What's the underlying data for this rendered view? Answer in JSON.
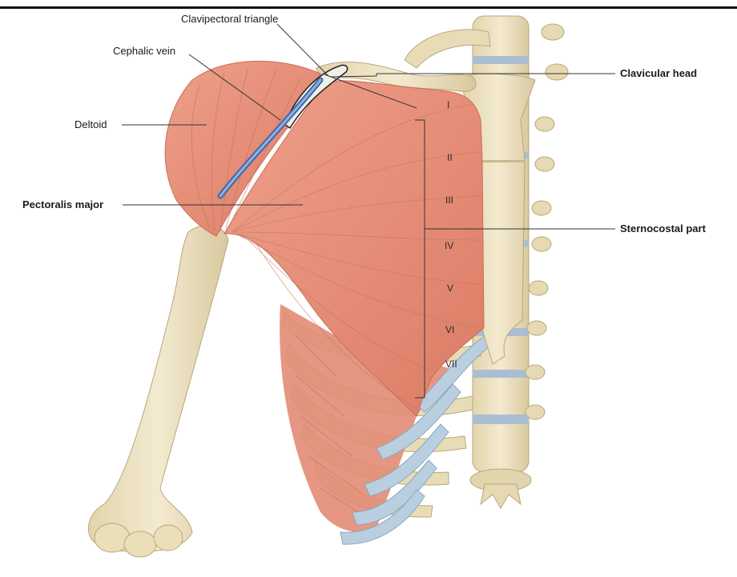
{
  "labels": {
    "clavipectoral_triangle": "Clavipectoral triangle",
    "cephalic_vein": "Cephalic vein",
    "deltoid": "Deltoid",
    "pectoralis_major": "Pectoralis major",
    "clavicular_head": "Clavicular head",
    "sternocostal_part": "Sternocostal part"
  },
  "ribs": [
    "I",
    "II",
    "III",
    "IV",
    "V",
    "VI",
    "VII"
  ],
  "colors": {
    "muscle": "#e8907a",
    "muscle_dark": "#d4735e",
    "bone": "#eee3c3",
    "bone_shadow": "#d6c79e",
    "cartilage": "#b9cfe0",
    "vein": "#5b86c5",
    "leader": "#333333"
  }
}
